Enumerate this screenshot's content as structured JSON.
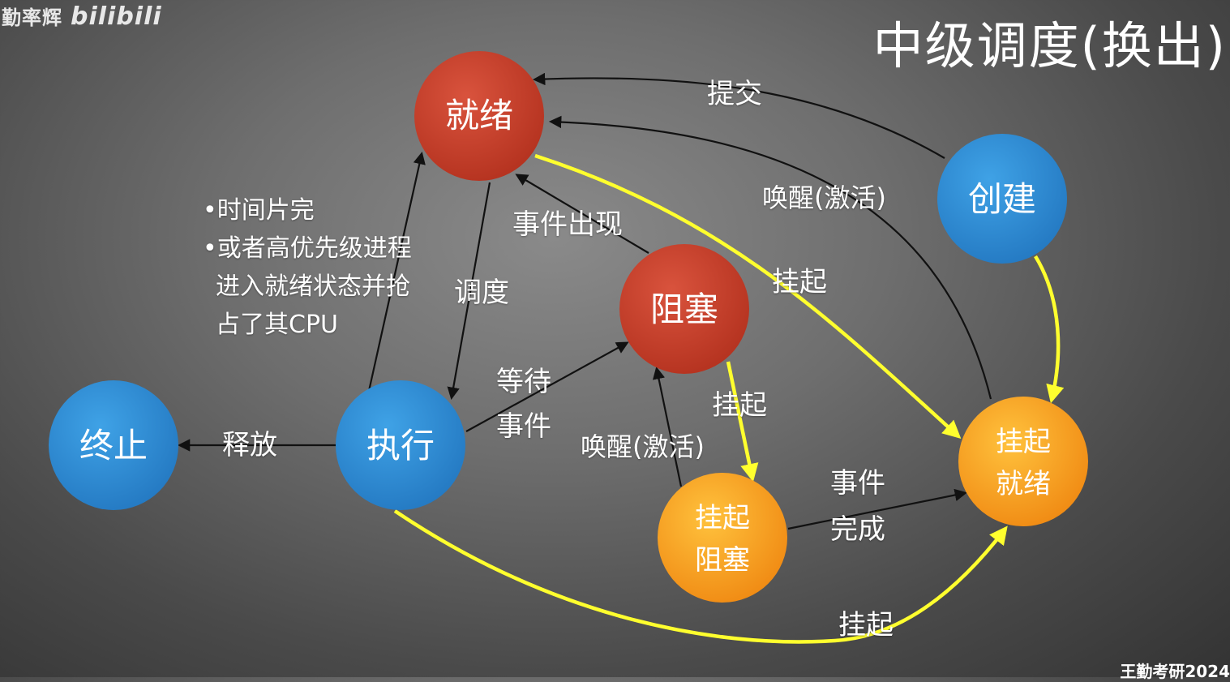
{
  "watermark": {
    "author": "勤率辉",
    "platform": "bilibili"
  },
  "title": "中级调度(换出)",
  "corner_text": "王勤考研2024",
  "colors": {
    "red_state": "#c53d2a",
    "blue_state": "#2d8fd6",
    "orange_state": "#f39c1c",
    "yellow_arrow": "#ffff2e",
    "black_arrow": "#111111"
  },
  "nodes": {
    "ready": {
      "lines": [
        "就绪"
      ]
    },
    "create": {
      "lines": [
        "创建"
      ]
    },
    "blocked": {
      "lines": [
        "阻塞"
      ]
    },
    "terminate": {
      "lines": [
        "终止"
      ]
    },
    "running": {
      "lines": [
        "执行"
      ]
    },
    "suspend_blocked": {
      "lines": [
        "挂起",
        "阻塞"
      ]
    },
    "suspend_ready": {
      "lines": [
        "挂起",
        "就绪"
      ]
    }
  },
  "labels": {
    "submit": "提交",
    "wake_activate_1": "唤醒(激活)",
    "event_occurs": "事件出现",
    "suspend_1": "挂起",
    "dispatch": "调度",
    "wait_event_1": "等待",
    "wait_event_2": "事件",
    "suspend_2": "挂起",
    "wake_activate_2": "唤醒(激活)",
    "release": "释放",
    "event_done_1": "事件",
    "event_done_2": "完成",
    "suspend_3": "挂起"
  },
  "note": {
    "line1": "•时间片完",
    "line2": "•或者高优先级进程",
    "line3": "进入就绪状态并抢",
    "line4": "占了其CPU"
  }
}
